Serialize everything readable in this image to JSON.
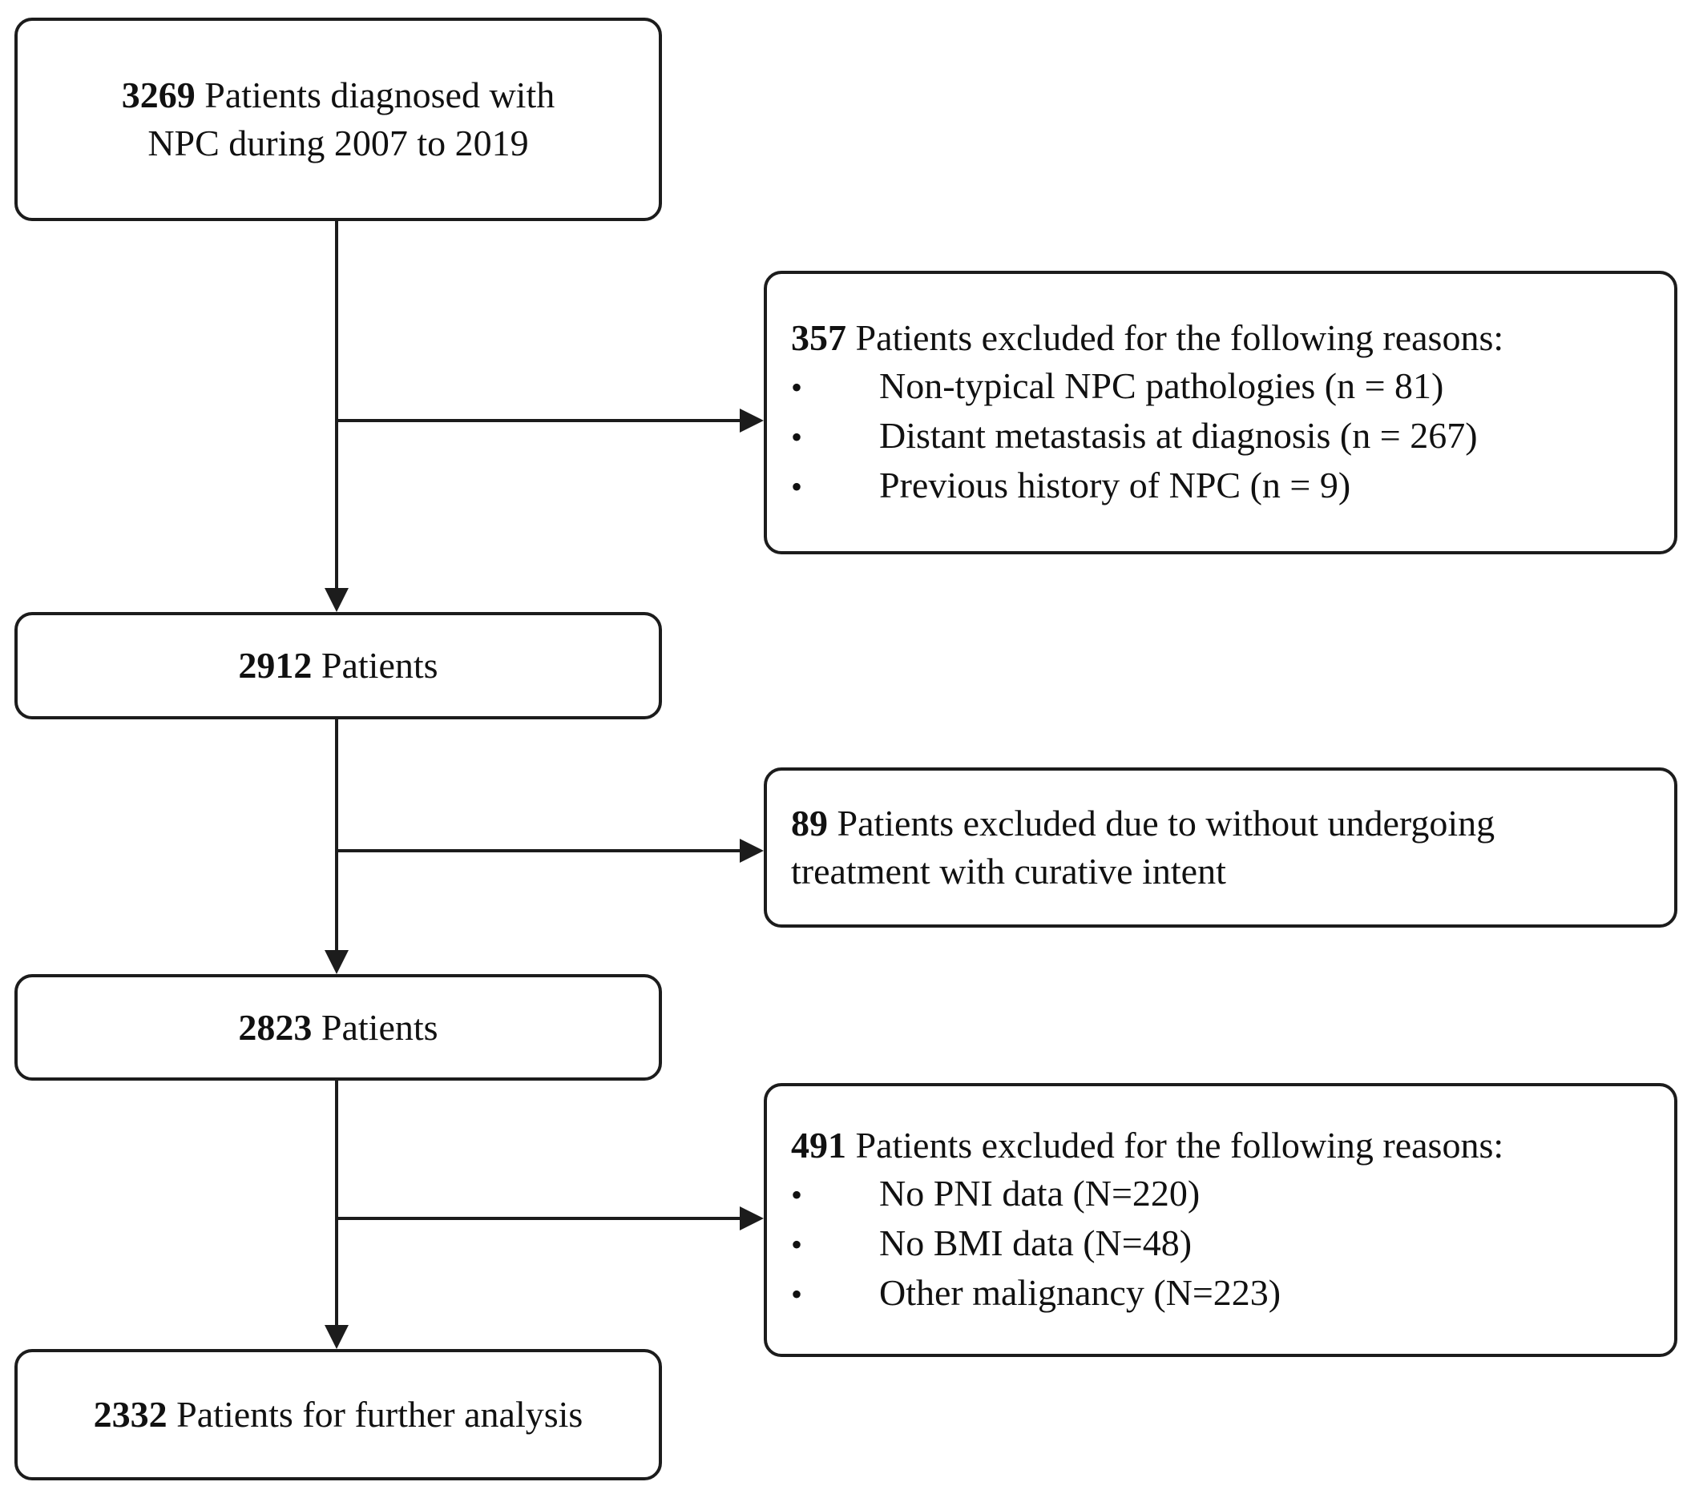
{
  "diagram": {
    "bullet_char": "•",
    "main_flow": [
      {
        "value": "3269",
        "label_lines": [
          "Patients diagnosed with",
          "NPC during 2007 to 2019"
        ]
      },
      {
        "value": "2912",
        "label_lines": [
          "Patients"
        ]
      },
      {
        "value": "2823",
        "label_lines": [
          "Patients"
        ]
      },
      {
        "value": "2332",
        "label_lines": [
          "Patients for further analysis"
        ]
      }
    ],
    "exclusions": [
      {
        "value": "357",
        "label_lines": [
          "Patients excluded for the following reasons:"
        ],
        "bullets": [
          "Non-typical NPC pathologies (n = 81)",
          "Distant metastasis at diagnosis (n = 267)",
          "Previous history of NPC (n = 9)"
        ]
      },
      {
        "value": "89",
        "label_lines": [
          "Patients excluded due to without undergoing",
          "treatment with curative intent"
        ],
        "bullets": []
      },
      {
        "value": "491",
        "label_lines": [
          "Patients excluded for the following reasons:"
        ],
        "bullets": [
          "No PNI data (N=220)",
          "No BMI data (N=48)",
          "Other malignancy (N=223)"
        ]
      }
    ]
  }
}
